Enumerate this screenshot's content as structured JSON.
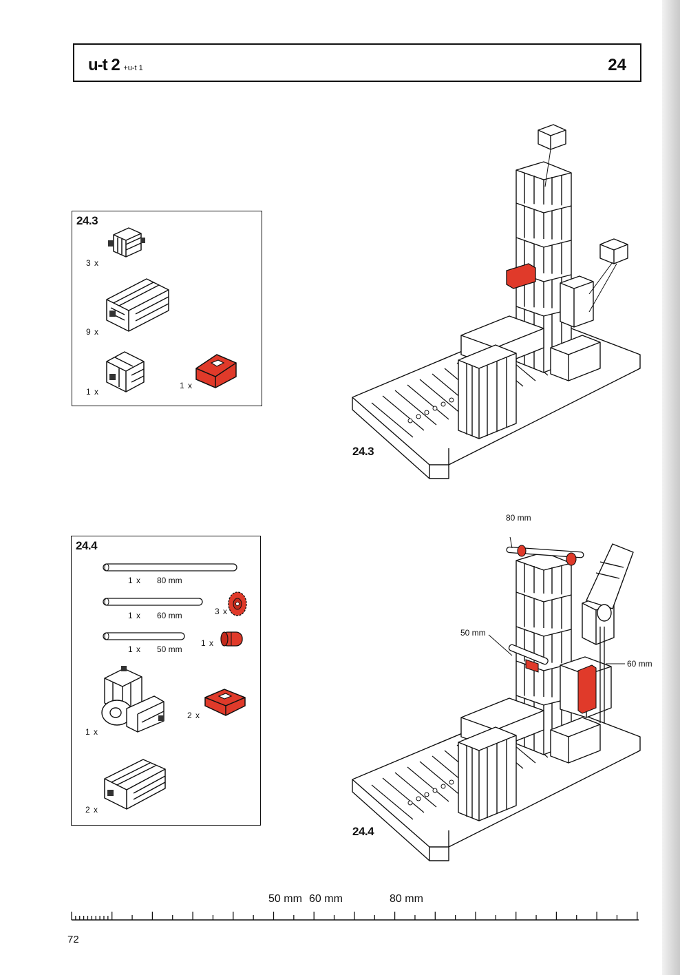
{
  "header": {
    "title": "u-t 2",
    "subtitle": "+u-t 1",
    "chapter": "24"
  },
  "panel_a": {
    "id": "24.3",
    "parts": [
      {
        "qty": "3 x",
        "icon": "bearing-block-icon"
      },
      {
        "qty": "9 x",
        "icon": "building-block-30-icon"
      },
      {
        "qty": "1 x",
        "icon": "building-block-15-icon"
      },
      {
        "qty": "1 x",
        "icon": "red-angle-block-icon",
        "color": "#e03a2a"
      }
    ]
  },
  "panel_b": {
    "id": "24.4",
    "axles": [
      {
        "qty": "1 x",
        "length": "80 mm"
      },
      {
        "qty": "1 x",
        "length": "60 mm"
      },
      {
        "qty": "1 x",
        "length": "50 mm"
      }
    ],
    "parts": [
      {
        "qty": "3 x",
        "icon": "red-gear-icon",
        "color": "#e03a2a"
      },
      {
        "qty": "1 x",
        "icon": "red-clamp-icon",
        "color": "#e03a2a"
      },
      {
        "qty": "2 x",
        "icon": "red-flat-block-icon",
        "color": "#e03a2a"
      },
      {
        "qty": "1 x",
        "icon": "hinge-block-icon"
      },
      {
        "qty": "2 x",
        "icon": "building-block-30-icon"
      }
    ]
  },
  "figure_a": {
    "label": "24.3"
  },
  "figure_b": {
    "label": "24.4",
    "annotations": [
      "80 mm",
      "50 mm",
      "60 mm"
    ]
  },
  "ruler": {
    "labels": [
      "50 mm",
      "60 mm",
      "80 mm"
    ]
  },
  "page_number": "72",
  "accent_color": "#e03a2a"
}
